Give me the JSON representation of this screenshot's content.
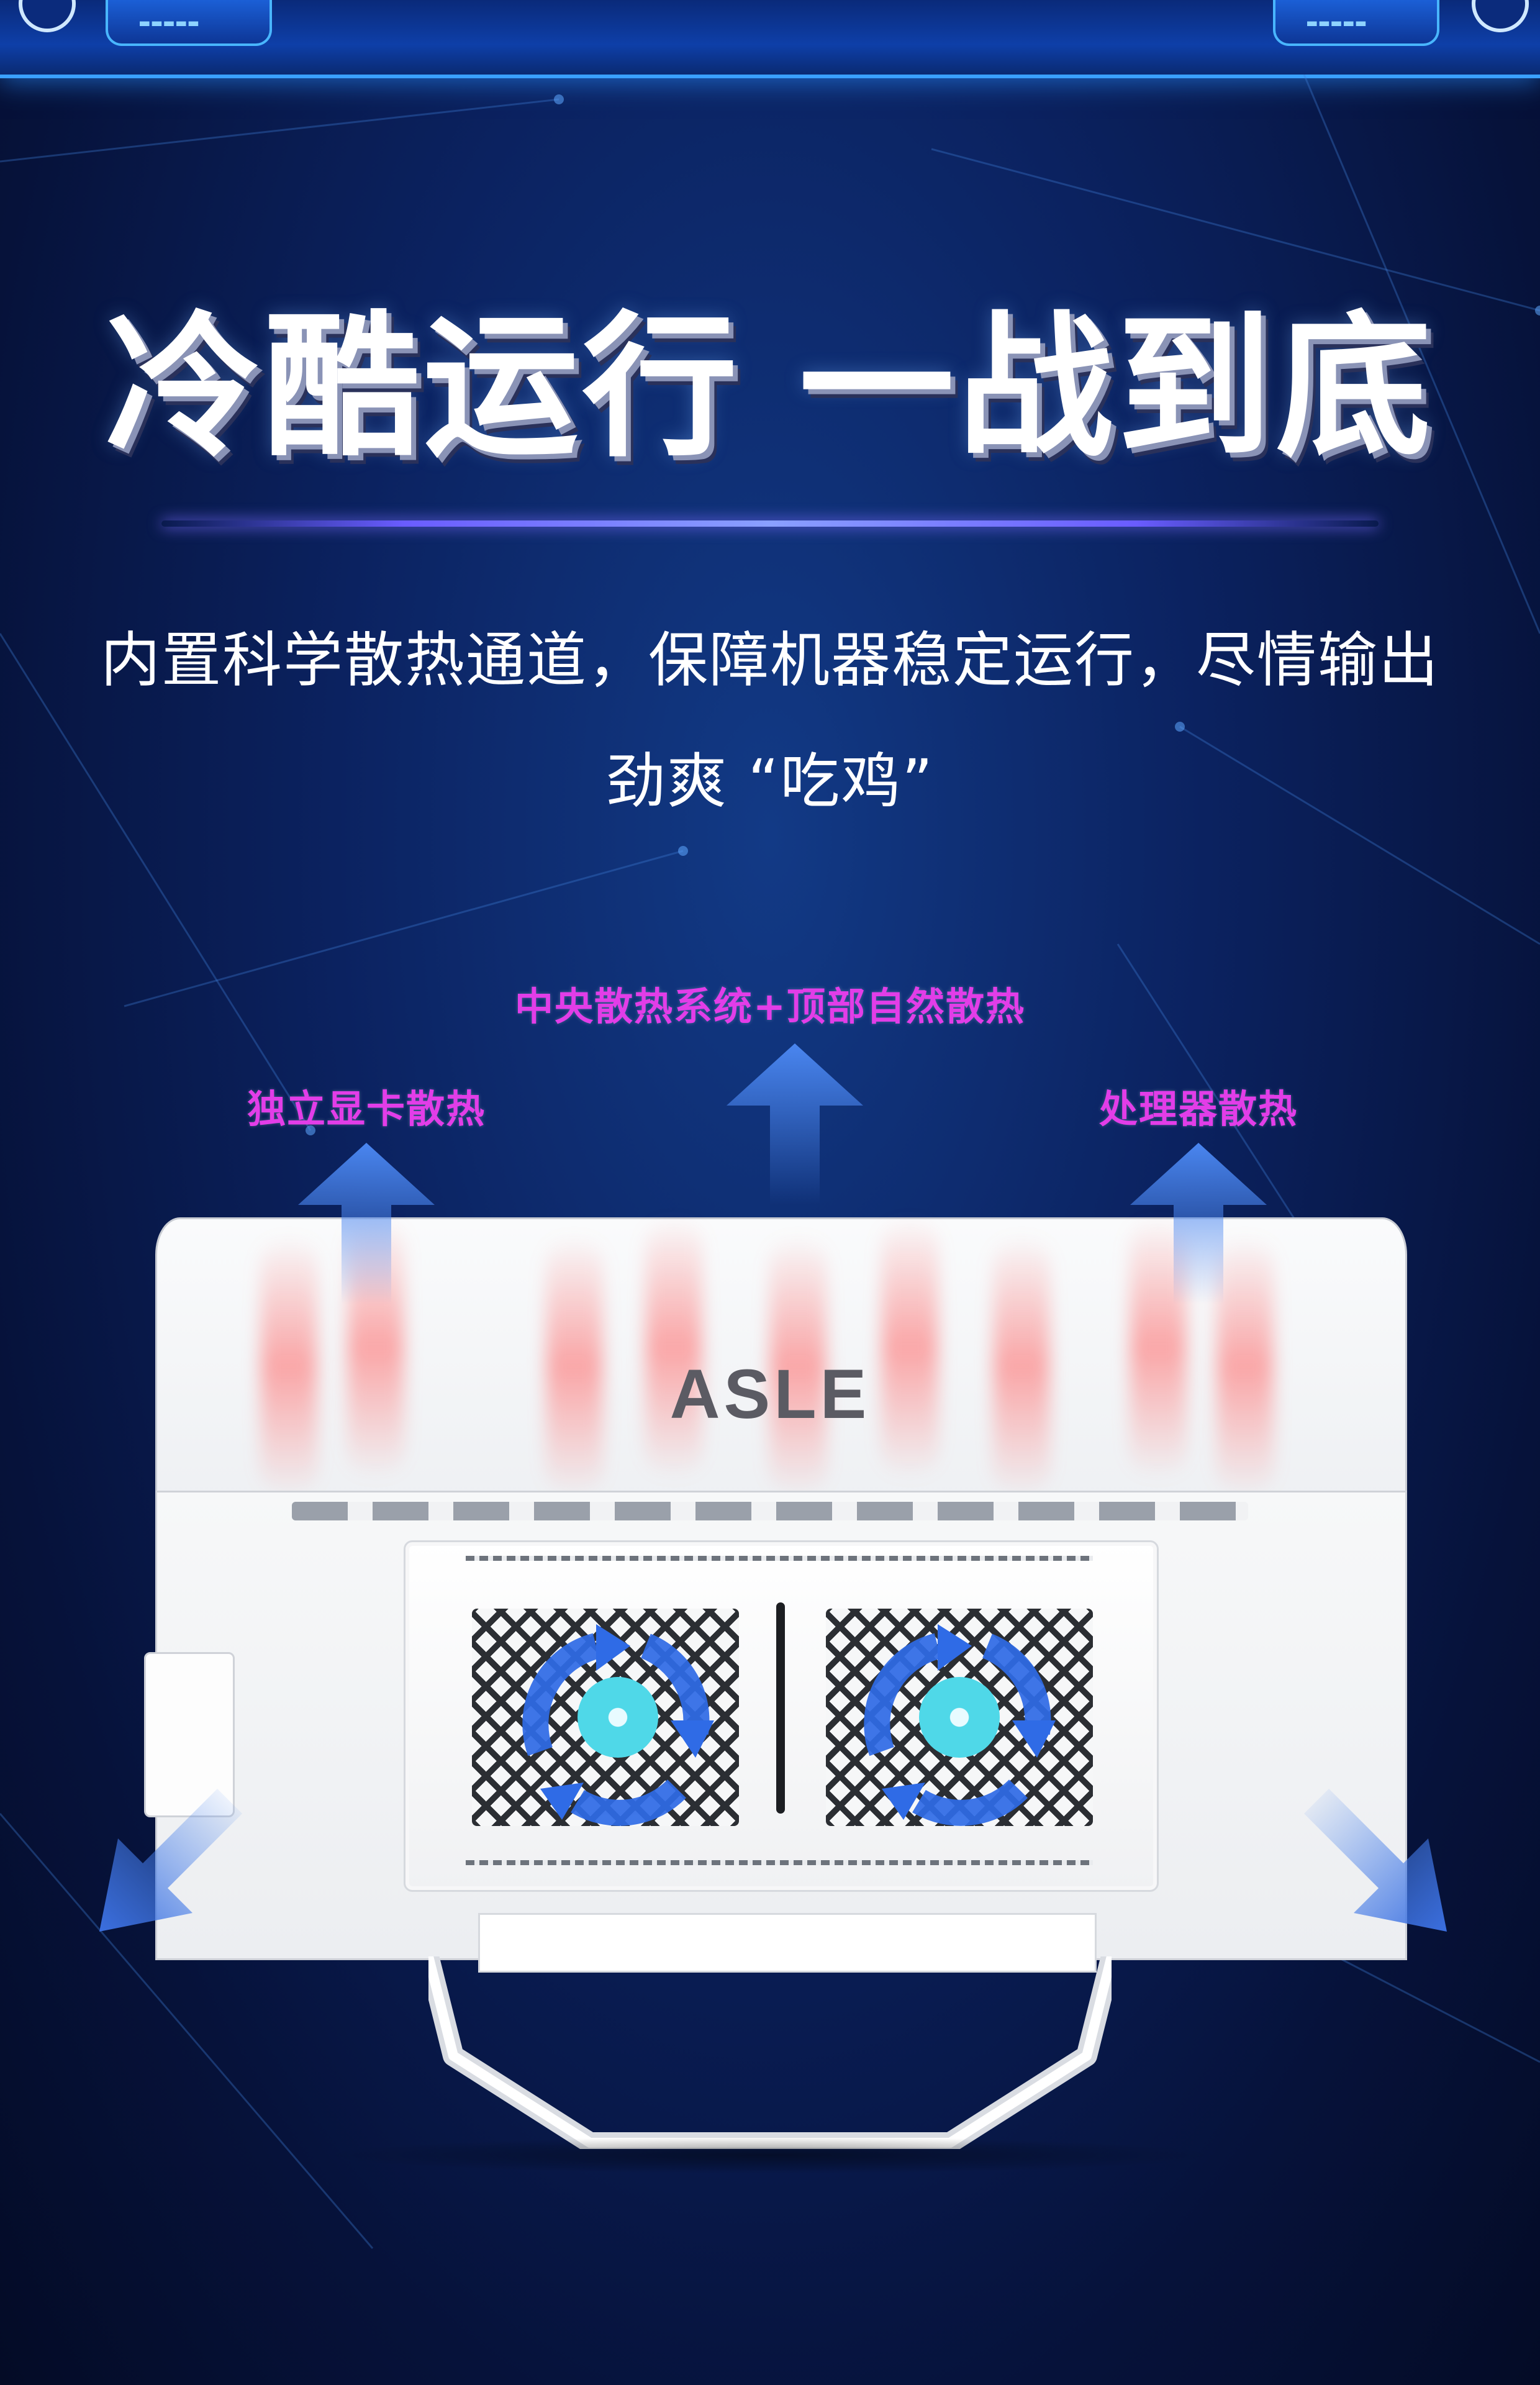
{
  "title": "冷酷运行 一战到底",
  "subtitle": {
    "line1": "内置科学散热通道，保障机器稳定运行，尽情输出",
    "line2": "劲爽 “吃鸡”"
  },
  "labels": {
    "center": "中央散热系统+顶部自然散热",
    "left": "独立显卡散热",
    "right": "处理器散热"
  },
  "brand_logo": "ASLE",
  "colors": {
    "label": "#e23de8",
    "arrow": "#3b6fe0",
    "background": "#0b2260",
    "fan": "#4fd8e8"
  },
  "icons": [
    "arrow-up-icon",
    "arrow-diagonal-icon",
    "fan-icon",
    "circular-airflow-icon"
  ]
}
